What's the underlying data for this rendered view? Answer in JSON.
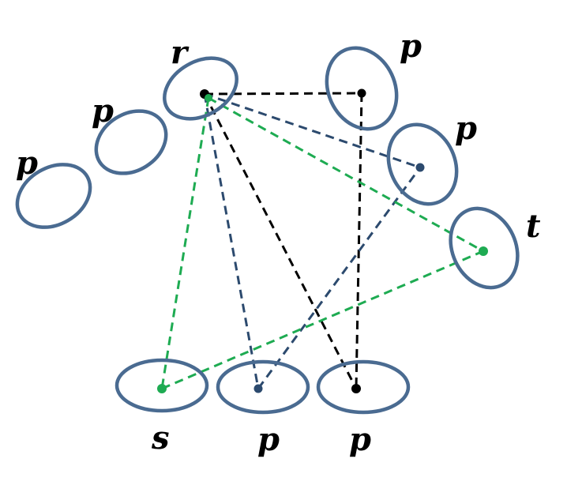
{
  "nodes": {
    "r": {
      "label": "r"
    },
    "p1": {
      "label": "p"
    },
    "p2": {
      "label": "p"
    },
    "p3": {
      "label": "p"
    },
    "p4": {
      "label": "p"
    },
    "t": {
      "label": "t"
    },
    "s": {
      "label": "s"
    },
    "p5": {
      "label": "p"
    },
    "p6": {
      "label": "p"
    }
  },
  "colors": {
    "ellipse_stroke": "#4a6b91",
    "black": "#000000",
    "navy": "#2c4a6e",
    "green": "#1eab52"
  },
  "edges": [
    {
      "from": "r",
      "to": "p3",
      "color": "black"
    },
    {
      "from": "p3",
      "to": "p6",
      "color": "black"
    },
    {
      "from": "r",
      "to": "p6",
      "color": "black"
    },
    {
      "from": "r",
      "to": "p4",
      "color": "navy"
    },
    {
      "from": "r",
      "to": "p5",
      "color": "navy"
    },
    {
      "from": "p5",
      "to": "p4",
      "color": "navy"
    },
    {
      "from": "r",
      "to": "t",
      "color": "green"
    },
    {
      "from": "r",
      "to": "s",
      "color": "green"
    },
    {
      "from": "s",
      "to": "t",
      "color": "green"
    }
  ]
}
